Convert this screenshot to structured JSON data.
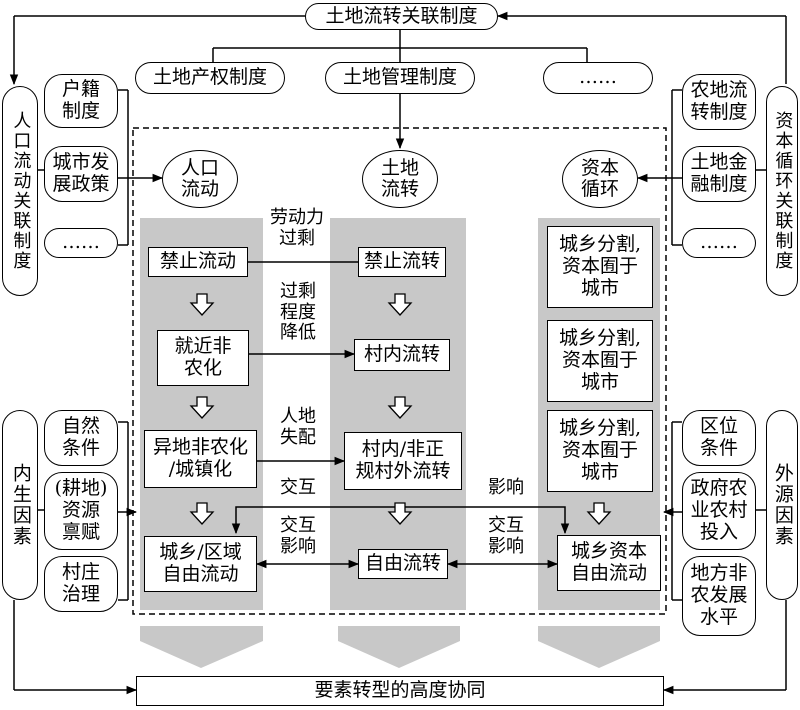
{
  "top": {
    "title": "土地流转关联制度",
    "property": "土地产权制度",
    "management": "土地管理制度",
    "ellipsis": "……"
  },
  "left": {
    "side_title": "人口流动关联制度",
    "items": [
      "户籍\n制度",
      "城市发\n展政策",
      "……"
    ],
    "factors_title": "内生因素",
    "factors": [
      "自然\n条件",
      "(耕地)\n资源\n禀赋",
      "村庄\n治理"
    ]
  },
  "right": {
    "side_title": "资本循环关联制度",
    "items": [
      "农地流\n转制度",
      "土地金\n融制度",
      "……"
    ],
    "factors_title": "外源因素",
    "factors": [
      "区位\n条件",
      "政府农\n业农村\n投入",
      "地方非\n农发展\n水平"
    ]
  },
  "columns": {
    "population": {
      "head": "人口\n流动",
      "steps": [
        "禁止流动",
        "就近非\n农化",
        "异地非农化\n/城镇化",
        "城乡/区域\n自由流动"
      ]
    },
    "land": {
      "head": "土地\n流转",
      "steps": [
        "禁止流转",
        "村内流转",
        "村内/非正\n规村外流转",
        "自由流转"
      ]
    },
    "capital": {
      "head": "资本\n循环",
      "steps": [
        "城乡分割,\n资本囿于\n城市",
        "城乡分割,\n资本囿于\n城市",
        "城乡分割,\n资本囿于\n城市",
        "城乡资本\n自由流动"
      ]
    }
  },
  "links": {
    "labor_surplus": "劳动力\n过剩",
    "surplus_reduced": "过剩\n程度\n降低",
    "mismatch": "人地\n失配",
    "interaction1": "交互",
    "interaction_influence1": "交互\n影响",
    "influence": "影响",
    "interaction_influence2": "交互\n影响"
  },
  "bottom": {
    "result": "要素转型的高度协同"
  }
}
